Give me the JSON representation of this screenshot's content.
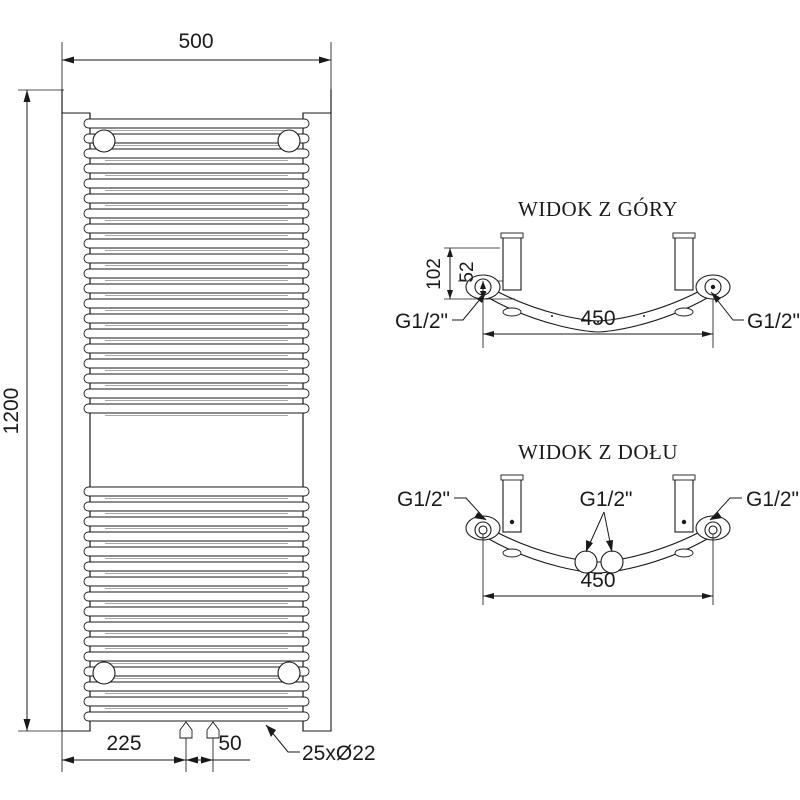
{
  "document": {
    "type": "technical-drawing",
    "subject": "heated-towel-rail-radiator",
    "background_color": "#ffffff",
    "line_color": "#1a1a1a",
    "shade_color": "#8a8a8a"
  },
  "front_view": {
    "width_dimension": "500",
    "height_dimension": "1200",
    "bottom_left_dimension": "225",
    "bottom_center_dimension": "50",
    "bar_callout": "25xØ22"
  },
  "top_view": {
    "title": "WIDOK Z GÓRY",
    "depth_outer_dimension": "102",
    "depth_inner_dimension": "52",
    "width_dimension": "450",
    "connection_left": "G1/2\"",
    "connection_right": "G1/2\""
  },
  "bottom_view": {
    "title": "WIDOK Z DOŁU",
    "width_dimension": "450",
    "connection_left": "G1/2\"",
    "connection_center": "G1/2\"",
    "connection_right": "G1/2\""
  }
}
